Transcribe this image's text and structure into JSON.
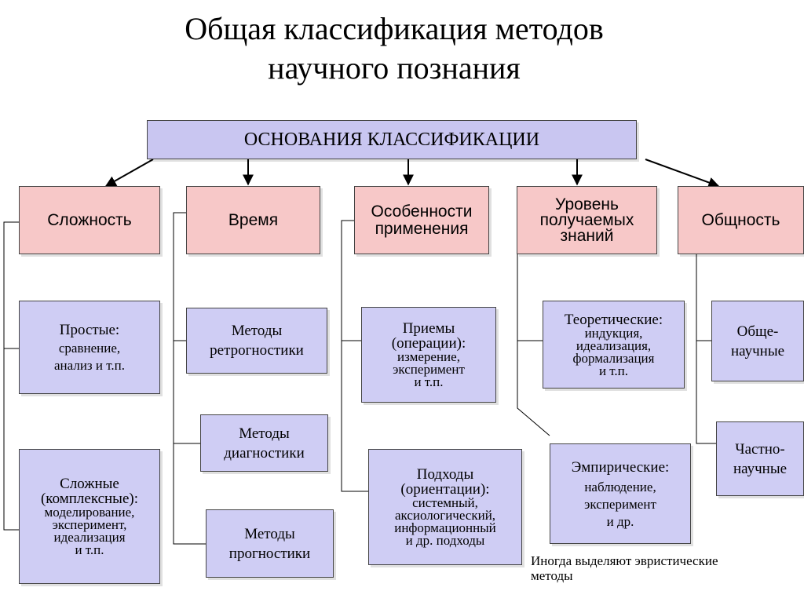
{
  "title": {
    "line1": "Общая классификация  методов",
    "line2": "научного познания"
  },
  "root": {
    "label": "ОСНОВАНИЯ  КЛАССИФИКАЦИИ"
  },
  "categories": [
    {
      "lines": [
        "Сложность"
      ]
    },
    {
      "lines": [
        "Время"
      ]
    },
    {
      "lines": [
        "Особенности",
        "применения"
      ]
    },
    {
      "lines": [
        "Уровень",
        "получаемых",
        "знаний"
      ]
    },
    {
      "lines": [
        "Общность"
      ]
    }
  ],
  "items": {
    "simple": [
      "Простые:",
      "сравнение,",
      "анализ и т.п."
    ],
    "complex": [
      "Сложные",
      "(комплексные):",
      "моделирование,",
      "эксперимент,",
      "идеализация",
      "и т.п."
    ],
    "retro": [
      "Методы",
      "ретрогностики"
    ],
    "diag": [
      "Методы",
      "диагностики"
    ],
    "prog": [
      "Методы",
      "прогностики"
    ],
    "ops": [
      "Приемы",
      "(операции):",
      "измерение,",
      "эксперимент",
      "и т.п."
    ],
    "approaches": [
      "Подходы",
      "(ориентации):",
      "системный,",
      "аксиологический,",
      "информационный",
      "и др. подходы"
    ],
    "theor": [
      "Теоретические:",
      "индукция,",
      "идеализация,",
      "формализация",
      "и т.п."
    ],
    "emp": [
      "Эмпирические:",
      "наблюдение,",
      "эксперимент",
      "и др."
    ],
    "gen": [
      "Обще-",
      "научные"
    ],
    "part": [
      "Частно-",
      "научные"
    ]
  },
  "note": {
    "line1": "Иногда выделяют эвристические",
    "line2": "методы"
  }
}
